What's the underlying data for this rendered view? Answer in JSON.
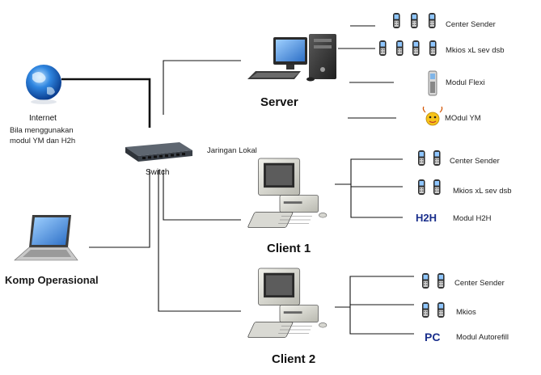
{
  "left": {
    "internet": {
      "title": "Internet",
      "line1": "Bila menggunakan",
      "line2": "modul YM dan H2h"
    },
    "switch_label": "Switch",
    "network_label": "Jaringan Lokal",
    "laptop_label": "Komp Operasional"
  },
  "server": {
    "label": "Server",
    "modules": [
      "Center Sender",
      "Mkios  xL sev dsb",
      "Modul Flexi",
      "MOdul YM"
    ]
  },
  "client1": {
    "label": "Client 1",
    "modules": [
      "Center Sender",
      "Mkios  xL sev dsb",
      "Modul H2H"
    ],
    "badge": "H2H"
  },
  "client2": {
    "label": "Client 2",
    "modules": [
      "Center Sender",
      "Mkios",
      "Modul Autorefill"
    ],
    "badge": "PC"
  },
  "colors": {
    "line": "#111111",
    "badge": "#1a2f8c",
    "globe": "#1f6fd0"
  }
}
